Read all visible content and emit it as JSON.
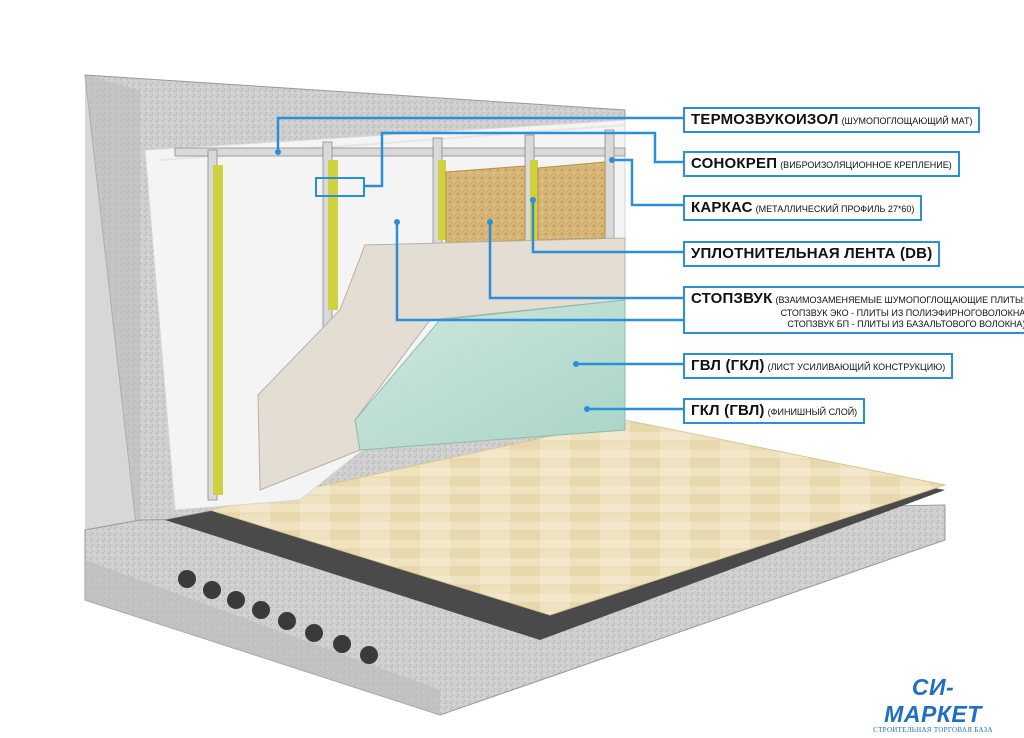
{
  "callouts": [
    {
      "id": "thermo",
      "title": "ТЕРМОЗВУКОИЗОЛ",
      "note": "(ШУМОПОГЛОЩАЮЩИЙ МАТ)"
    },
    {
      "id": "sonokrep",
      "title": "СОНОКРЕП",
      "note": "(ВИБРОИЗОЛЯЦИОННОЕ КРЕПЛЕНИЕ)"
    },
    {
      "id": "karkas",
      "title": "КАРКАС",
      "note": "(МЕТАЛЛИЧЕСКИЙ ПРОФИЛЬ 27*60)"
    },
    {
      "id": "tape",
      "title": "УПЛОТНИТЕЛЬНАЯ ЛЕНТА (DB)",
      "note": ""
    },
    {
      "id": "stopzvuk",
      "title": "СТОПЗВУК",
      "note": "(ВЗАИМОЗАМЕНЯЕМЫЕ ШУМОПОГЛОЩАЮЩИЕ ПЛИТЫ:",
      "lines": [
        "СТОПЗВУК ЭКО - ПЛИТЫ ИЗ ПОЛИЭФИРНОГОВОЛОКНА",
        "СТОПЗВУК БП - ПЛИТЫ ИЗ БАЗАЛЬТОВОГО ВОЛОКНА)"
      ]
    },
    {
      "id": "gvl",
      "title": "ГВЛ (ГКЛ)",
      "note": "(ЛИСТ УСИЛИВАЮЩИЙ КОНСТРУКЦИЮ)"
    },
    {
      "id": "gkl",
      "title": "ГКЛ (ГВЛ)",
      "note": "(ФИНИШНЫЙ СЛОЙ)"
    }
  ],
  "brand": {
    "name": "СИ-МАРКЕТ",
    "tagline": "СТРОИТЕЛЬНАЯ ТОРГОВАЯ БАЗА"
  },
  "colors": {
    "accent": "#2a8fd8",
    "brand": "#1f6fc4",
    "concrete": "#c9c9c9",
    "wool": "#d8b878",
    "gypsum_fiber": "#e3dcd3",
    "gypsum_green": "#bfe0d4",
    "floor": "#efe3c2"
  }
}
